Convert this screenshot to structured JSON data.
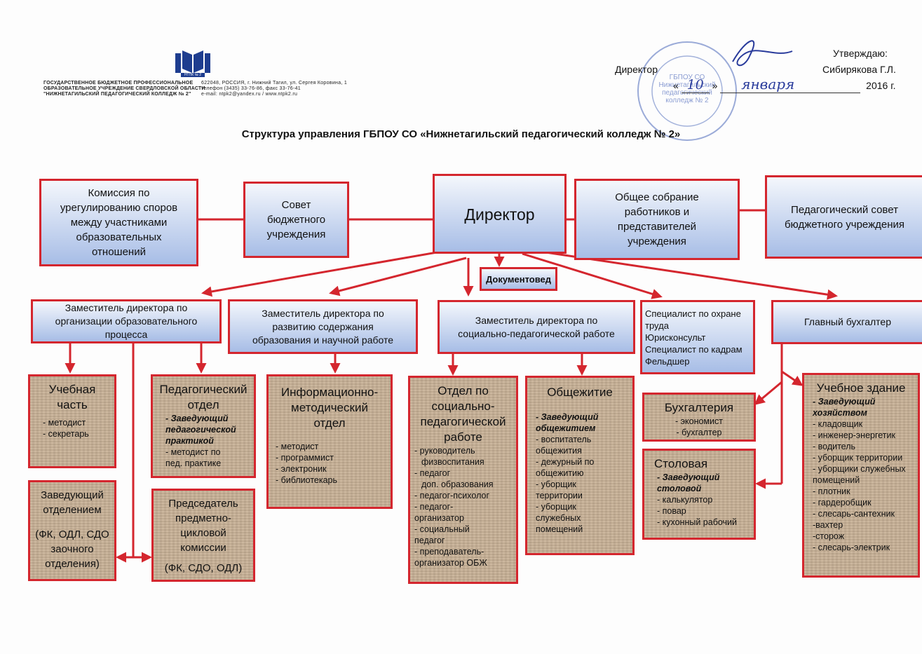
{
  "header": {
    "college_org_lines": [
      "ГОСУДАРСТВЕННОЕ БЮДЖЕТНОЕ ПРОФЕССИОНАЛЬНОЕ",
      "ОБРАЗОВАТЕЛЬНОЕ УЧРЕЖДЕНИЕ СВЕРДЛОВСКОЙ ОБЛАСТИ",
      "\"НИЖНЕТАГИЛЬСКИЙ ПЕДАГОГИЧЕСКИЙ КОЛЛЕДЖ № 2\""
    ],
    "contact_lines": [
      "622048, РОССИЯ, г. Нижний Тагил, ул. Сергея Коровина, 1",
      "телефон (3435) 33-76-86, факс 33-76-41",
      "e-mail: ntpk2@yandex.ru / www.ntpk2.ru"
    ],
    "logo_text": "НТПК № 2"
  },
  "approval": {
    "approve": "Утверждаю:",
    "director_label": "Директор",
    "director_name": "Сибирякова Г.Л.",
    "day": "10",
    "month": "января",
    "year": "2016 г.",
    "quote_open": "«",
    "quote_close": "»",
    "stamp_lines": [
      "ГБПОУ СО",
      "Нижнетагильский",
      "педагогический",
      "колледж № 2"
    ]
  },
  "title": "Структура управления ГБПОУ СО «Нижнетагильский педагогический колледж № 2»",
  "top_row": {
    "commission": [
      "Комиссия по",
      "урегулированию споров",
      "между участниками",
      "образовательных",
      "отношений"
    ],
    "council": [
      "Совет",
      "бюджетного",
      "учреждения"
    ],
    "director": "Директор",
    "assembly": [
      "Общее собрание",
      "работников и",
      "представителей",
      "учреждения"
    ],
    "ped_council": [
      "Педагогический совет",
      "бюджетного учреждения"
    ]
  },
  "doc_specialist": "Документовед",
  "deputies": {
    "d1": [
      "Заместитель директора по",
      "организации образовательного",
      "процесса"
    ],
    "d2": [
      "Заместитель директора по",
      "развитию содержания",
      "образования и научной работе"
    ],
    "d3": [
      "Заместитель директора по",
      "социально-педагогической работе"
    ],
    "specialists": [
      "Специалист по охране",
      "труда",
      "Юрисконсульт",
      "Специалист по кадрам",
      "Фельдшер"
    ],
    "accountant": "Главный бухгалтер"
  },
  "units": {
    "study": {
      "title": [
        "Учебная",
        "часть"
      ],
      "items": [
        "- методист",
        "- секретарь"
      ]
    },
    "ped_dept": {
      "title": [
        "Педагогический",
        "отдел"
      ],
      "head": [
        "- Заведующий",
        "педагогической",
        "практикой"
      ],
      "items": [
        "- методист по",
        "пед. практике"
      ]
    },
    "dept_head": {
      "title": [
        "Заведующий",
        "отделением"
      ],
      "note": [
        "(ФК, ОДЛ, СДО",
        "заочного",
        "отделения)"
      ]
    },
    "commission_chair": {
      "title": [
        "Председатель",
        "предметно-",
        "цикловой",
        "комиссии"
      ],
      "note": "(ФК, СДО, ОДЛ)"
    },
    "info_dept": {
      "title": [
        "Информационно-",
        "методический",
        "отдел"
      ],
      "items": [
        "- методист",
        "- программист",
        "- электроник",
        "- библиотекарь"
      ]
    },
    "social_dept": {
      "title": [
        "Отдел по",
        "социально-",
        "педагогической",
        "работе"
      ],
      "items": [
        "- руководитель",
        "физвоспитания",
        "- педагог",
        "доп. образования",
        "- педагог-психолог",
        "- педагог-",
        "организатор",
        "- социальный",
        "педагог",
        "- преподаватель-",
        "организатор ОБЖ"
      ]
    },
    "dorm": {
      "title": "Общежитие",
      "head": [
        "- Заведующий",
        "общежитием"
      ],
      "items": [
        "- воспитатель",
        "общежития",
        "- дежурный по",
        "общежитию",
        "- уборщик",
        "территории",
        "- уборщик",
        "служебных",
        "помещений"
      ]
    },
    "accounting": {
      "title": "Бухгалтерия",
      "items": [
        "- экономист",
        "- бухгалтер"
      ]
    },
    "canteen": {
      "title": "Столовая",
      "head": [
        "- Заведующий",
        "столовой"
      ],
      "items": [
        "- калькулятор",
        "- повар",
        "- кухонный рабочий"
      ]
    },
    "building": {
      "title": "Учебное здание",
      "head": [
        "- Заведующий",
        "хозяйством"
      ],
      "items": [
        "- кладовщик",
        "- инженер-энергетик",
        "- водитель",
        "- уборщик территории",
        "- уборщики служебных",
        "помещений",
        "- плотник",
        "- гардеробщик",
        "- слесарь-сантехник",
        "-вахтер",
        "-сторож",
        "- слесарь-электрик"
      ]
    }
  },
  "colors": {
    "line": "#d4262e",
    "blue_top": "#f4f7fc",
    "blue_bottom": "#a7bde6",
    "tan": "#c8b196",
    "stamp": "#5a74c0",
    "ink": "#2a3c9c"
  }
}
